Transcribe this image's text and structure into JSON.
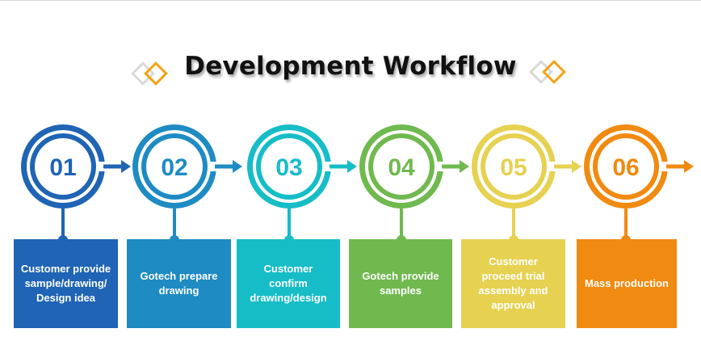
{
  "title": "Development Workflow",
  "steps": [
    {
      "number": "01",
      "label": "Customer provide sample/drawing/ Design idea",
      "color": "#1F64B5"
    },
    {
      "number": "02",
      "label": "Gotech prepare drawing",
      "color": "#1E8BC3"
    },
    {
      "number": "03",
      "label": "Customer confirm drawing/design",
      "color": "#16BDC7"
    },
    {
      "number": "04",
      "label": "Gotech provide samples",
      "color": "#70B94F"
    },
    {
      "number": "05",
      "label": "Customer proceed trial assembly and approval",
      "color": "#E6D151"
    },
    {
      "number": "06",
      "label": "Mass production",
      "color": "#F18A10"
    }
  ],
  "icons": {
    "title_left": "diamond-icon",
    "title_right": "diamond-icon"
  },
  "colors": {
    "diamond_orange": "#F2A313",
    "diamond_gray": "#D9D9D9"
  }
}
